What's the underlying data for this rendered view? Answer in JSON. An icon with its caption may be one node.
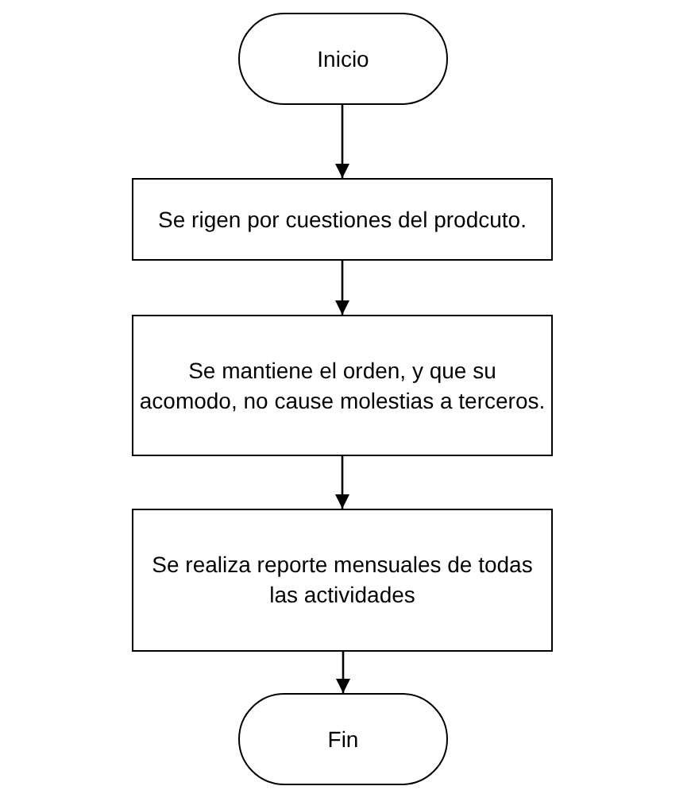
{
  "diagram": {
    "nodes": [
      {
        "text": [
          "Inicio"
        ]
      },
      {
        "text": [
          "Se rigen por cuestiones del prodcuto."
        ]
      },
      {
        "text": [
          "Se mantiene el orden, y que su acomodo, no cause molestias a terceros."
        ]
      },
      {
        "text": [
          "Se realiza reporte mensuales de todas las actividades"
        ]
      },
      {
        "text": [
          "Fin"
        ]
      }
    ],
    "edges": [
      {
        "from": 0,
        "to": 1,
        "arrow": "to"
      },
      {
        "from": 1,
        "to": 2,
        "arrow": "to"
      },
      {
        "from": 2,
        "to": 3,
        "arrow": "to"
      },
      {
        "from": 3,
        "to": 4,
        "arrow": "to"
      }
    ]
  }
}
